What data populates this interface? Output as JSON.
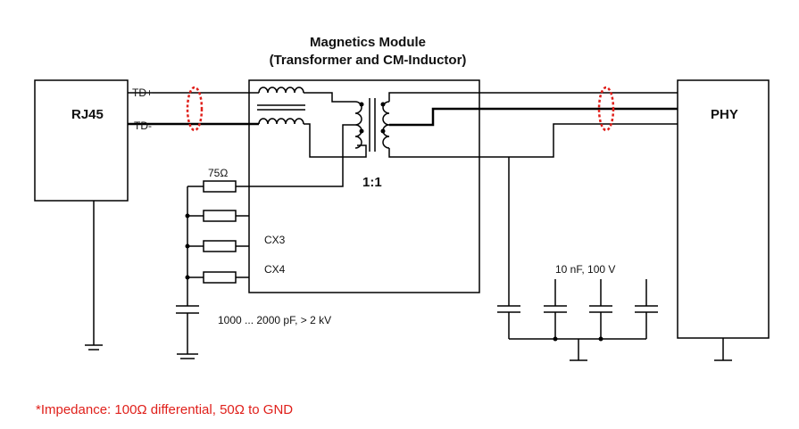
{
  "title": {
    "line1": "Magnetics Module",
    "line2": "(Transformer and CM-Inductor)"
  },
  "blocks": {
    "rj45": "RJ45",
    "phy": "PHY"
  },
  "pins": {
    "td_plus": "TD+",
    "td_minus": "TD-"
  },
  "labels": {
    "resistor": "75Ω",
    "ratio": "1:1",
    "cx3": "CX3",
    "cx4": "CX4",
    "cap_left": "1000 ... 2000 pF, > 2 kV",
    "cap_right": "10 nF, 100 V"
  },
  "footnote": "*Impedance: 100Ω differential, 50Ω to GND",
  "colors": {
    "line": "#000000",
    "marker": "#e0201b",
    "footnote": "#e0201b"
  }
}
